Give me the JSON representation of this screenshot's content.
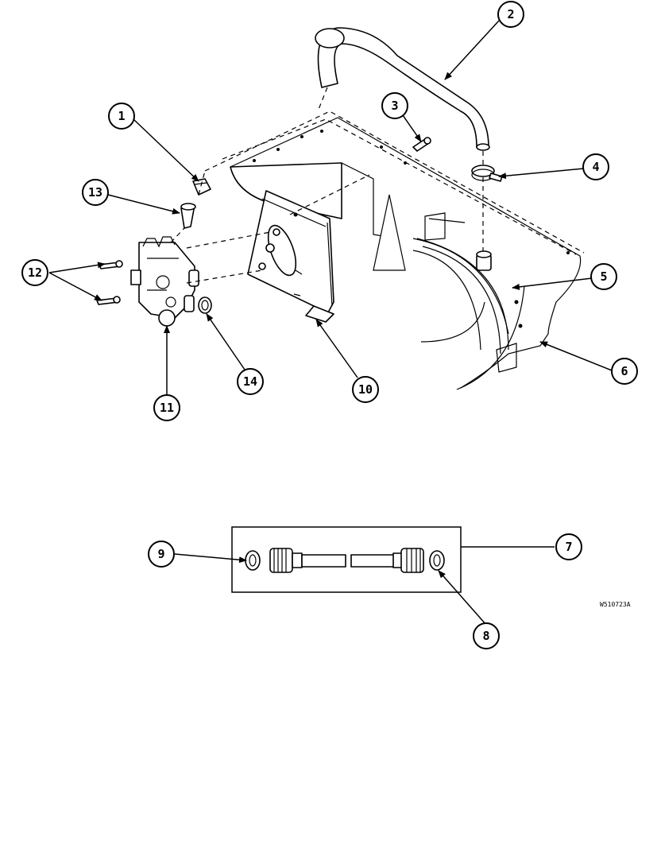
{
  "figure_id": "W510723A",
  "callouts": [
    {
      "id": "1",
      "label": "1"
    },
    {
      "id": "2",
      "label": "2"
    },
    {
      "id": "3",
      "label": "3"
    },
    {
      "id": "4",
      "label": "4"
    },
    {
      "id": "5",
      "label": "5"
    },
    {
      "id": "6",
      "label": "6"
    },
    {
      "id": "7",
      "label": "7"
    },
    {
      "id": "8",
      "label": "8"
    },
    {
      "id": "9",
      "label": "9"
    },
    {
      "id": "10",
      "label": "10"
    },
    {
      "id": "11",
      "label": "11"
    },
    {
      "id": "12",
      "label": "12"
    },
    {
      "id": "13",
      "label": "13"
    },
    {
      "id": "14",
      "label": "14"
    }
  ]
}
